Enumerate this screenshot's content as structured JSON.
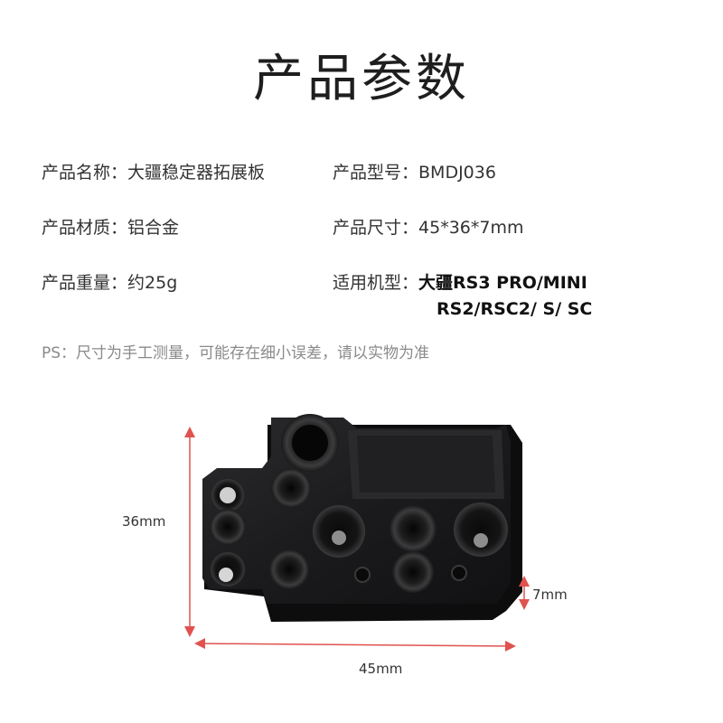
{
  "title": "产品参数",
  "specs": {
    "name": {
      "label": "产品名称：",
      "value": "大疆稳定器拓展板"
    },
    "model": {
      "label": "产品型号：",
      "value": "BMDJ036"
    },
    "material": {
      "label": "产品材质：",
      "value": "铝合金"
    },
    "size": {
      "label": "产品尺寸：",
      "value": "45*36*7mm"
    },
    "weight": {
      "label": "产品重量：",
      "value": "约25g"
    },
    "compatible": {
      "label": "适用机型：",
      "value_line1": "大疆RS3 PRO/MINI",
      "value_line2": "RS2/RSC2/ S/ SC"
    }
  },
  "note": "PS：尺寸为手工测量，可能存在细小误差，请以实物为准",
  "dimensions": {
    "height": "36mm",
    "width": "45mm",
    "thickness": "7mm"
  },
  "colors": {
    "plate": "#1b1b1d",
    "dimension_line": "#e0524f"
  }
}
